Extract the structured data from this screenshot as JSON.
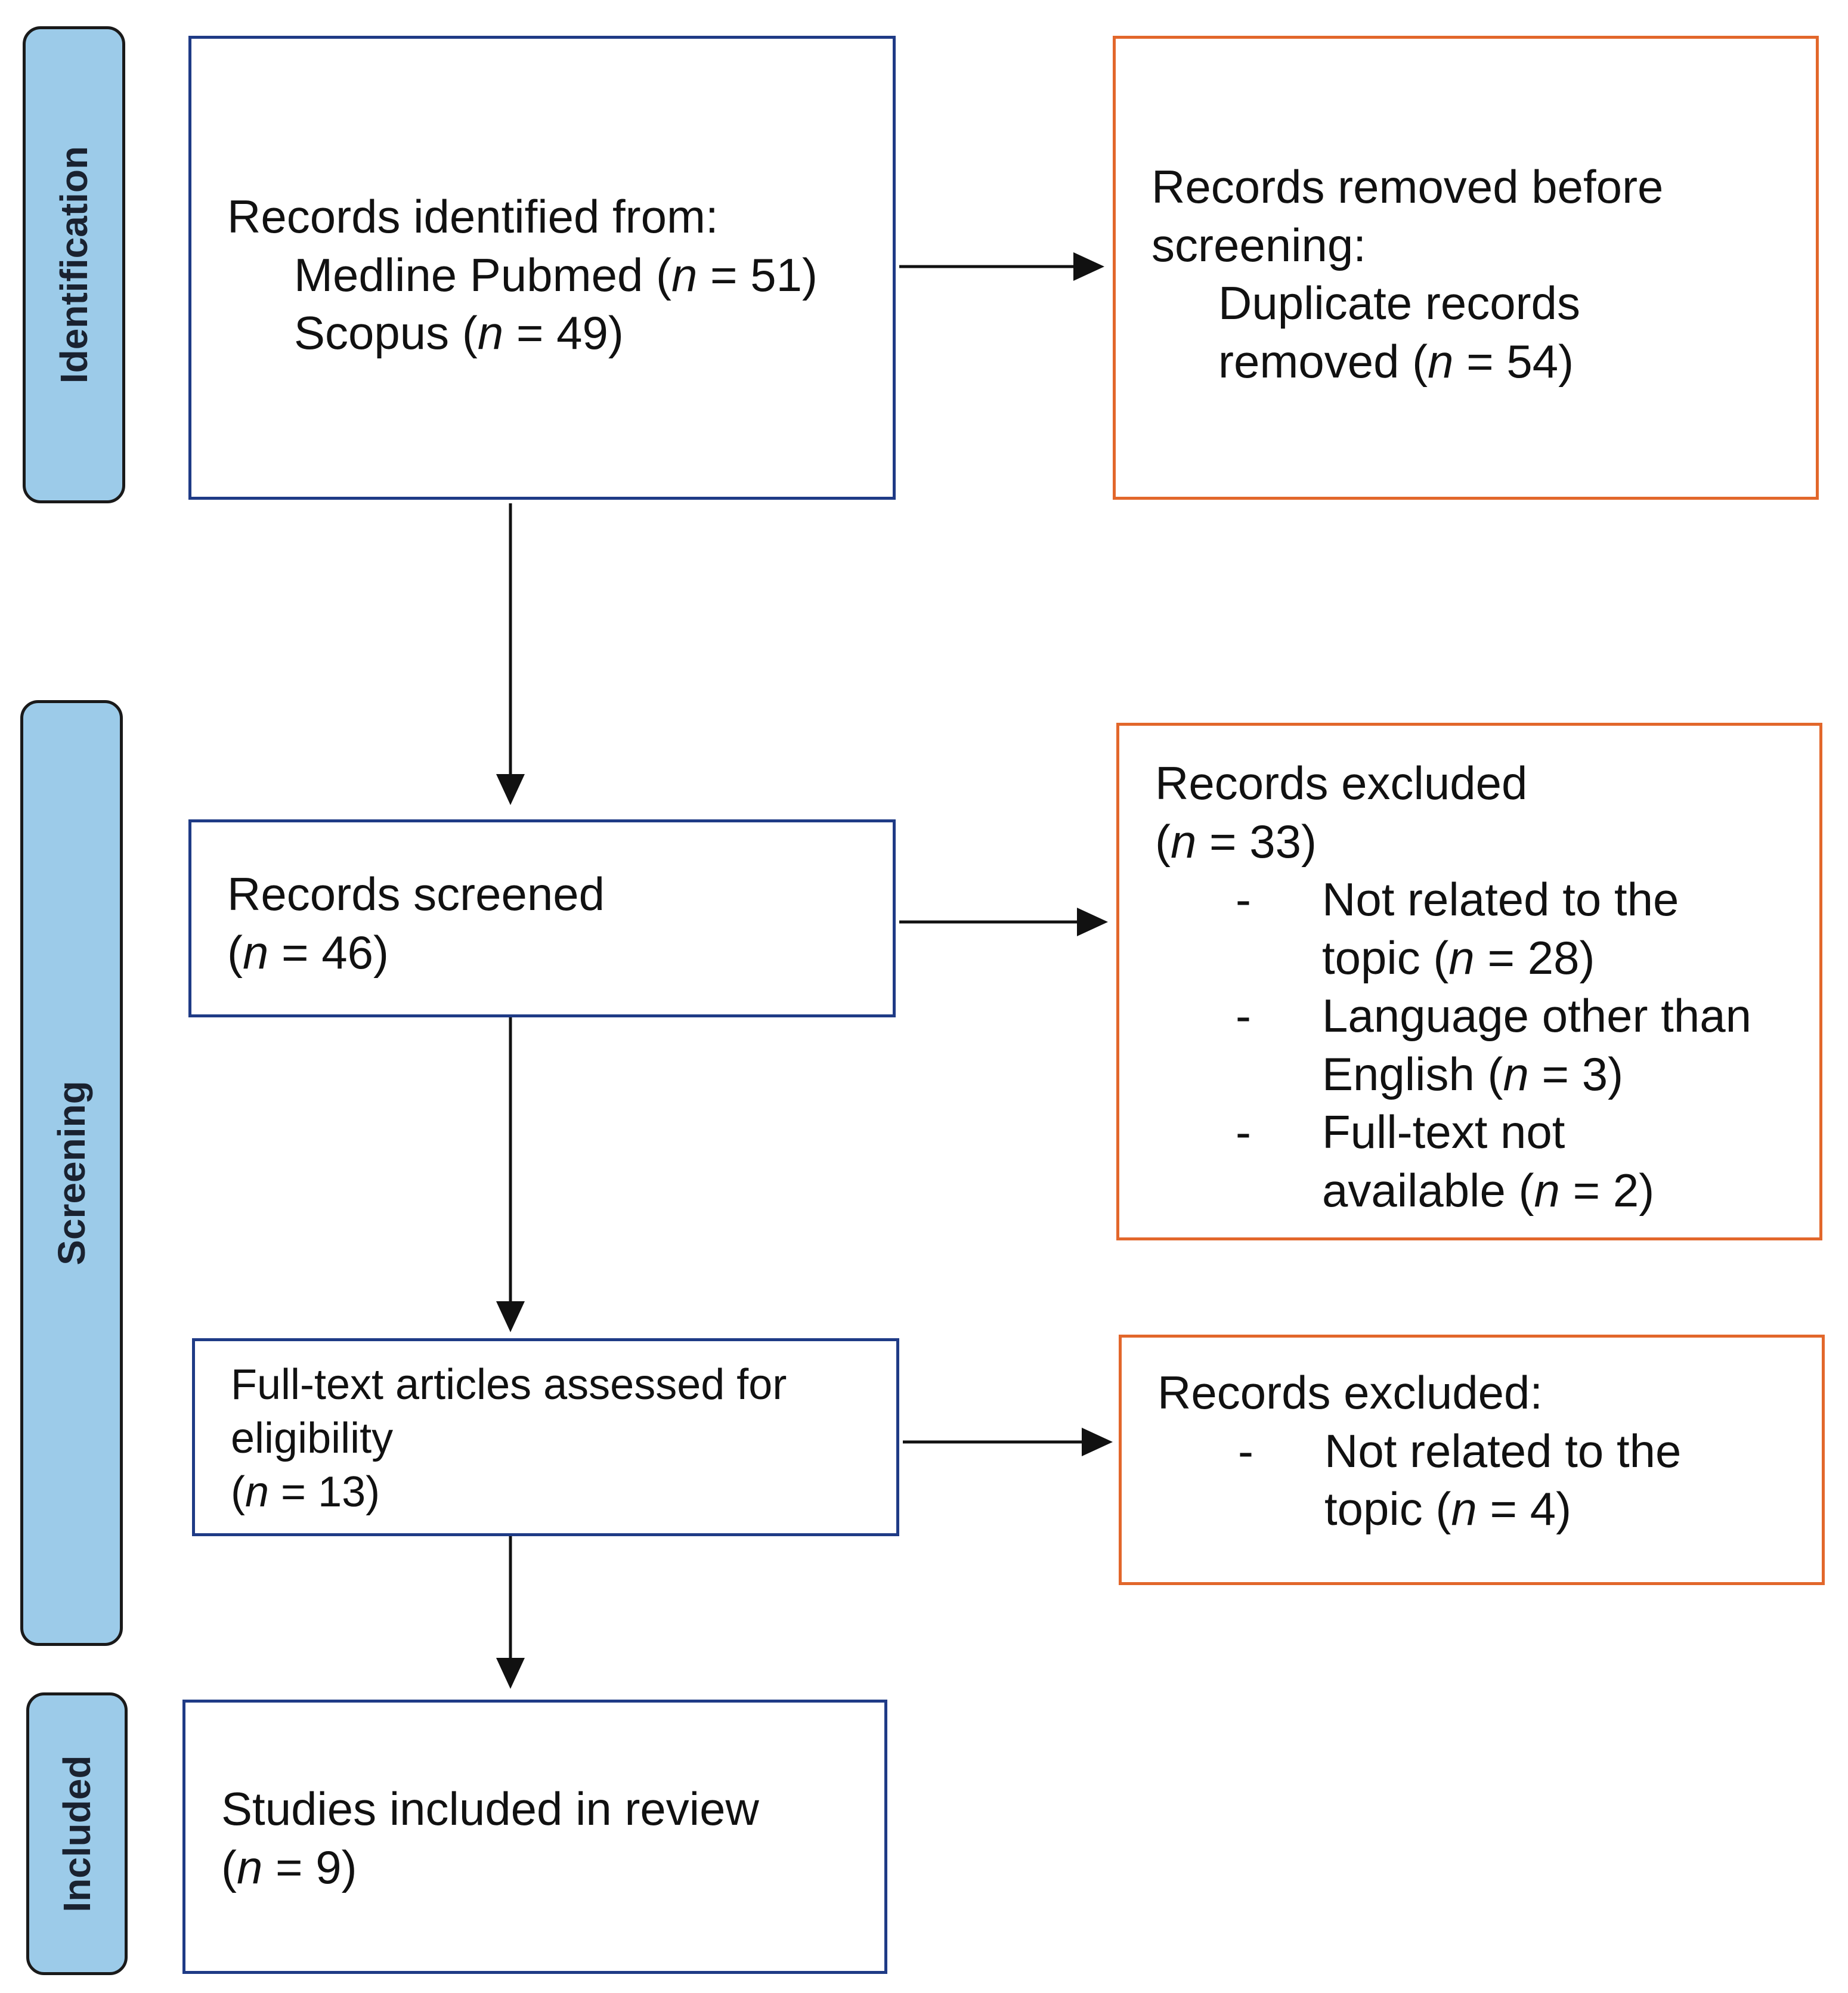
{
  "phases": {
    "identification": "Identification",
    "screening": "Screening",
    "included": "Included"
  },
  "identified": {
    "heading": "Records identified from:",
    "sources": [
      {
        "name": "Medline Pubmed (",
        "n_label": "n",
        "n_value": " = 51)"
      },
      {
        "name": "Scopus (",
        "n_label": "n",
        "n_value": " = 49)"
      }
    ]
  },
  "removed": {
    "heading_line1": "Records removed before",
    "heading_line2": "screening:",
    "item_line1": "Duplicate records",
    "item_line2_pre": "removed (",
    "item_n_label": "n",
    "item_n_value": " = 54)"
  },
  "screened": {
    "heading": "Records screened",
    "count_pre": "(",
    "n_label": "n",
    "count_post": " = 46)"
  },
  "excluded_screening": {
    "heading": "Records excluded",
    "count_pre": "(",
    "n_label": "n",
    "count_post": " = 33)",
    "bullet": "-",
    "reasons": [
      {
        "line1": "Not related to the",
        "line2_pre": "topic (",
        "n_label": "n",
        "n_value": " = 28)"
      },
      {
        "line1": "Language other than",
        "line2_pre": "English (",
        "n_label": "n",
        "n_value": " = 3)"
      },
      {
        "line1": "Full-text not",
        "line2_pre": "available (",
        "n_label": "n",
        "n_value": " = 2)"
      }
    ]
  },
  "fulltext": {
    "line1": "Full-text articles assessed for",
    "line2": "eligibility",
    "count_pre": "(",
    "n_label": "n",
    "count_post": " = 13)"
  },
  "excluded_eligibility": {
    "heading": "Records excluded:",
    "bullet": "-",
    "reason_line1": "Not related to the",
    "reason_line2_pre": "topic (",
    "n_label": "n",
    "n_value": " = 4)"
  },
  "included_box": {
    "heading": "Studies included in review",
    "count_pre": "(",
    "n_label": "n",
    "count_post": " = 9)"
  },
  "colors": {
    "phase_fill": "#9ccbe9",
    "blue_border": "#1f3b86",
    "orange_border": "#e2672b"
  }
}
